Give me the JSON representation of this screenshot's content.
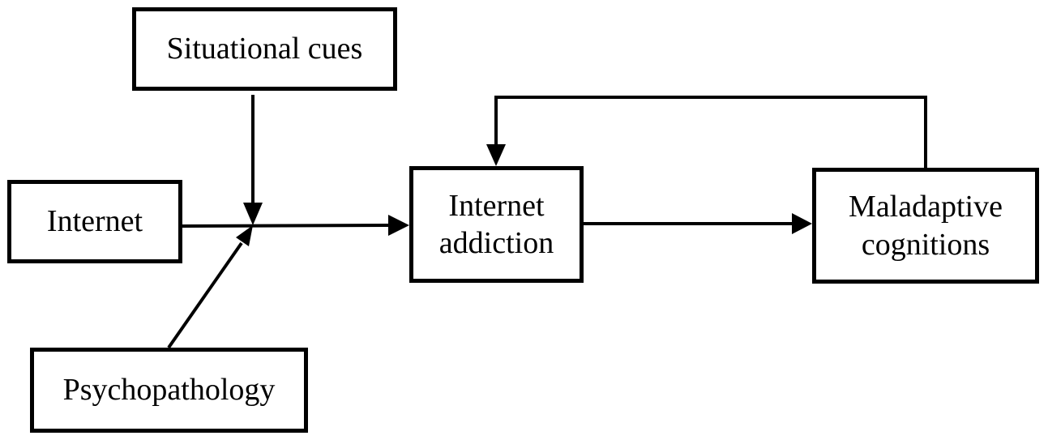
{
  "diagram": {
    "nodes": {
      "situational_cues": {
        "lines": [
          "Situational cues"
        ]
      },
      "internet": {
        "lines": [
          "Internet"
        ]
      },
      "psychopathology": {
        "lines": [
          "Psychopathology"
        ]
      },
      "internet_addiction": {
        "lines": [
          "Internet",
          "addiction"
        ]
      },
      "maladaptive_cognitions": {
        "lines": [
          "Maladaptive",
          "cognitions"
        ]
      }
    },
    "edges": [
      {
        "from": "situational_cues",
        "to": "junction"
      },
      {
        "from": "psychopathology",
        "to": "junction"
      },
      {
        "from": "internet",
        "to": "internet_addiction"
      },
      {
        "from": "internet_addiction",
        "to": "maladaptive_cognitions"
      },
      {
        "from": "maladaptive_cognitions",
        "to": "internet_addiction"
      }
    ],
    "colors": {
      "stroke": "#000000",
      "background": "#ffffff"
    }
  }
}
